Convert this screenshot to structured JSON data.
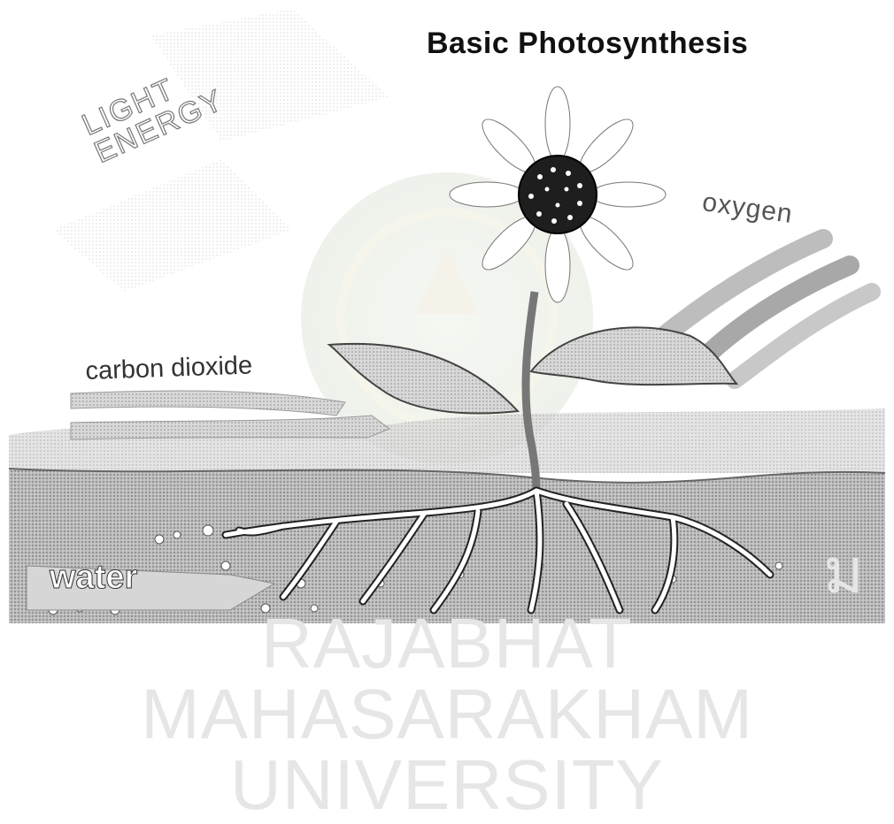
{
  "diagram": {
    "title": "Basic Photosynthesis",
    "labels": {
      "light_line1": "LIGHT",
      "light_line2": "ENERGY",
      "oxygen": "oxygen",
      "carbon_dioxide": "carbon dioxide",
      "water": "water"
    }
  },
  "watermark": {
    "text": "RAJABHAT MAHASARAKHAM UNIVERSITY",
    "thai_fragment": "ม"
  },
  "colors": {
    "ground": "#a9a9a9",
    "leaf": "#9a9a9a",
    "roots": "#ffffff",
    "flower_center": "#222222"
  },
  "icons": [
    "sunflower-icon",
    "leaf-icon",
    "root-icon",
    "flow-arrow-icon",
    "university-seal-icon"
  ]
}
